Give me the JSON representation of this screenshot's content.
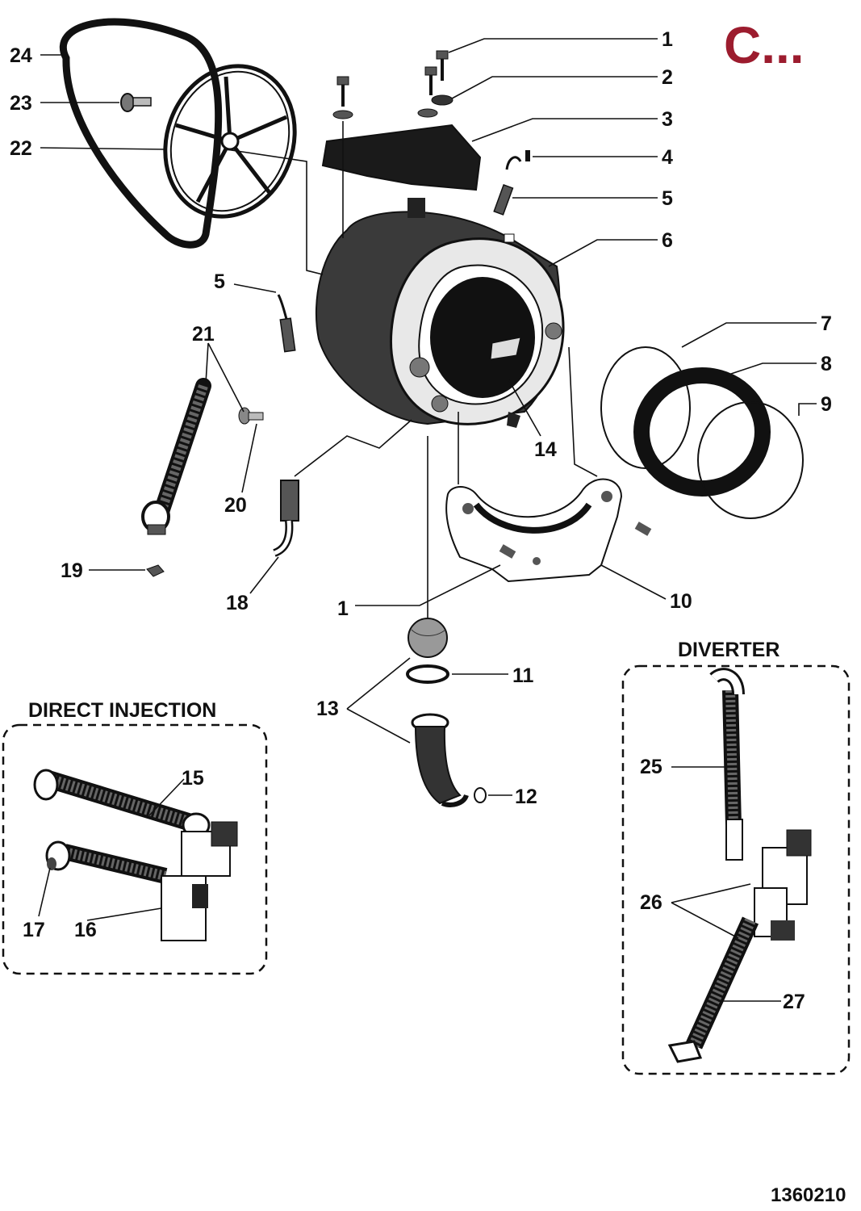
{
  "header": {
    "title": "C...",
    "color": "#9c1c2e"
  },
  "doc_number": "1360210",
  "sections": {
    "direct_injection": "DIRECT INJECTION",
    "diverter": "DIVERTER"
  },
  "callouts": {
    "c1a": "1",
    "c1b": "1",
    "c2": "2",
    "c3": "3",
    "c4": "4",
    "c5a": "5",
    "c5b": "5",
    "c6": "6",
    "c7": "7",
    "c8": "8",
    "c9": "9",
    "c10": "10",
    "c11": "11",
    "c12": "12",
    "c13": "13",
    "c14": "14",
    "c15": "15",
    "c16": "16",
    "c17": "17",
    "c18": "18",
    "c19": "19",
    "c20": "20",
    "c21": "21",
    "c22": "22",
    "c23": "23",
    "c24": "24",
    "c25": "25",
    "c26": "26",
    "c27": "27"
  }
}
